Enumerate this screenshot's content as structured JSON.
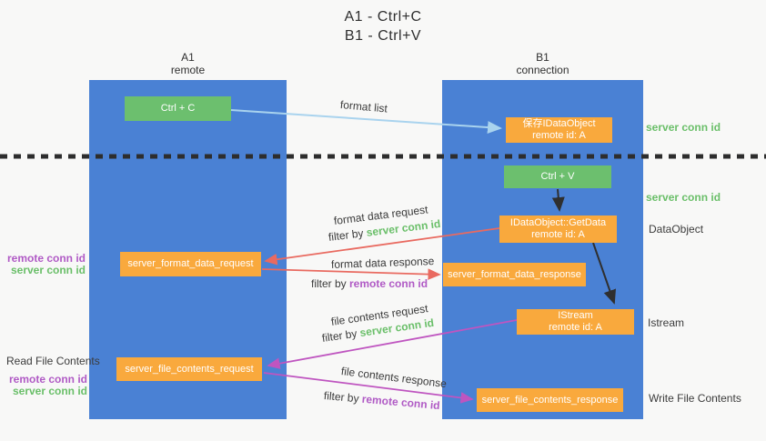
{
  "title": {
    "line1": "A1 - Ctrl+C",
    "line2": "B1 - Ctrl+V"
  },
  "columns": {
    "left": {
      "name": "A1",
      "role": "remote"
    },
    "right": {
      "name": "B1",
      "role": "connection"
    }
  },
  "nodes": {
    "ctrl_c": "Ctrl + C",
    "ctrl_v": "Ctrl + V",
    "save_dataobject": {
      "line1": "保存IDataObject",
      "line2": "remote id: A"
    },
    "getdata": {
      "line1": "IDataObject::GetData",
      "line2": "remote id: A"
    },
    "istream": {
      "line1": "IStream",
      "line2": "remote id: A"
    },
    "format_request": "server_format_data_request",
    "format_response": "server_format_data_response",
    "file_request": "server_file_contents_request",
    "file_response": "server_file_contents_response"
  },
  "edge_labels": {
    "format_list": "format list",
    "format_data_request": "format data request",
    "filter_server_1": {
      "prefix": "filter by ",
      "key": "server conn id"
    },
    "format_data_response": "format data response",
    "filter_remote_1": {
      "prefix": "filter by ",
      "key": "remote conn id"
    },
    "file_contents_request": "file contents request",
    "filter_server_2": {
      "prefix": "filter by ",
      "key": "server conn id"
    },
    "file_contents_response": "file contents response",
    "filter_remote_2": {
      "prefix": "filter by ",
      "key": "remote conn id"
    }
  },
  "side_labels": {
    "right_server_conn_top": "server conn id",
    "right_server_conn_mid": "server conn id",
    "dataobject": "DataObject",
    "istream": "Istream",
    "write_file": "Write File Contents",
    "read_file": "Read File Contents",
    "left_remote_conn_top": "remote conn id",
    "left_server_conn_top": "server conn id",
    "left_remote_conn_bottom": "remote conn id",
    "left_server_conn_bottom": "server conn id"
  },
  "colors": {
    "column_blue": "#4a81d4",
    "box_green": "#6cbf6e",
    "box_orange": "#f9a93d",
    "arrow_light_blue": "#a9d3ee",
    "arrow_red": "#e96a60",
    "arrow_magenta": "#bf55c0",
    "arrow_black": "#2f2f2f",
    "text_green": "#6abf69",
    "text_purple": "#b05ac5",
    "divider": "#2d2d2d",
    "background": "#f8f8f7"
  }
}
